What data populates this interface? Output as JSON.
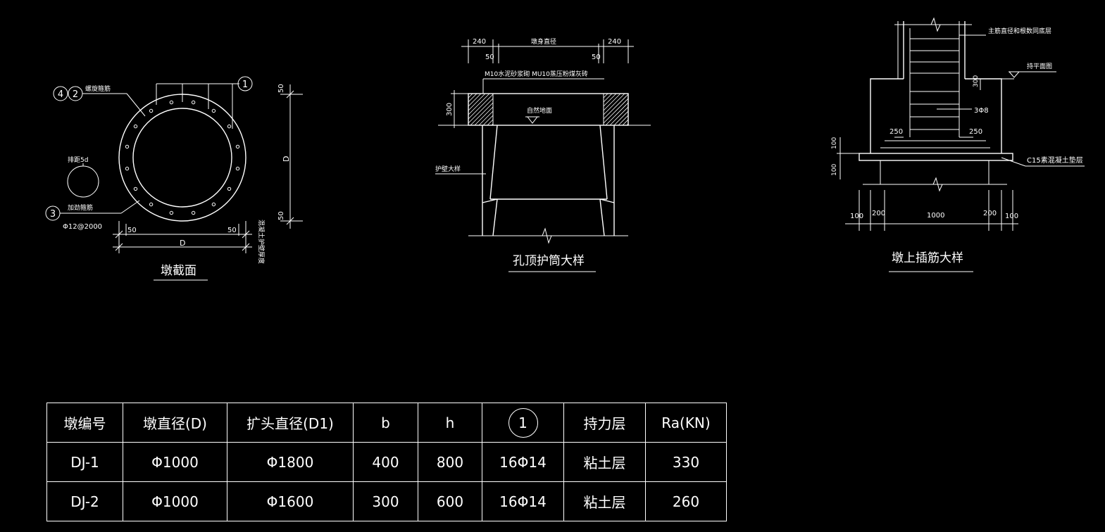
{
  "section_view": {
    "title": "墩截面",
    "label_rebar_ring": "螺旋箍筋",
    "label_stiffener": "加劲箍筋",
    "stiffener_spec": "Φ12@2000",
    "label_bar_spacing": "排距5d",
    "dim_d": "D",
    "dim_50": "50",
    "label_cover": "混凝土护壁厚度",
    "markers": [
      "1",
      "2",
      "3",
      "4"
    ]
  },
  "casing_view": {
    "title": "孔顶护筒大样",
    "dim_240": "240",
    "dim_50": "50",
    "dim_shaft": "墩身直径",
    "label_brick": "M10水泥砂浆砌 MU10蒸压粉煤灰砖",
    "dim_300": "300",
    "label_ground": "自然地面",
    "label_wall": "护壁大样"
  },
  "dowel_view": {
    "title": "墩上插筋大样",
    "label_main_bar": "主筋直径和根数同底层",
    "label_level": "持平面图",
    "dim_300": "300",
    "label_stirrup": "3Φ8",
    "dim_250": "250",
    "dim_100": "100",
    "label_c15": "C15素混凝土垫层",
    "bottom_dims": [
      "100",
      "200",
      "1000",
      "200",
      "100"
    ]
  },
  "table": {
    "headers": [
      "墩编号",
      "墩直径(D)",
      "扩头直径(D1)",
      "b",
      "h",
      "1",
      "持力层",
      "Ra(KN)"
    ],
    "rows": [
      [
        "DJ-1",
        "Φ1000",
        "Φ1800",
        "400",
        "800",
        "16Φ14",
        "粘土层",
        "330"
      ],
      [
        "DJ-2",
        "Φ1000",
        "Φ1600",
        "300",
        "600",
        "16Φ14",
        "粘土层",
        "260"
      ]
    ]
  }
}
